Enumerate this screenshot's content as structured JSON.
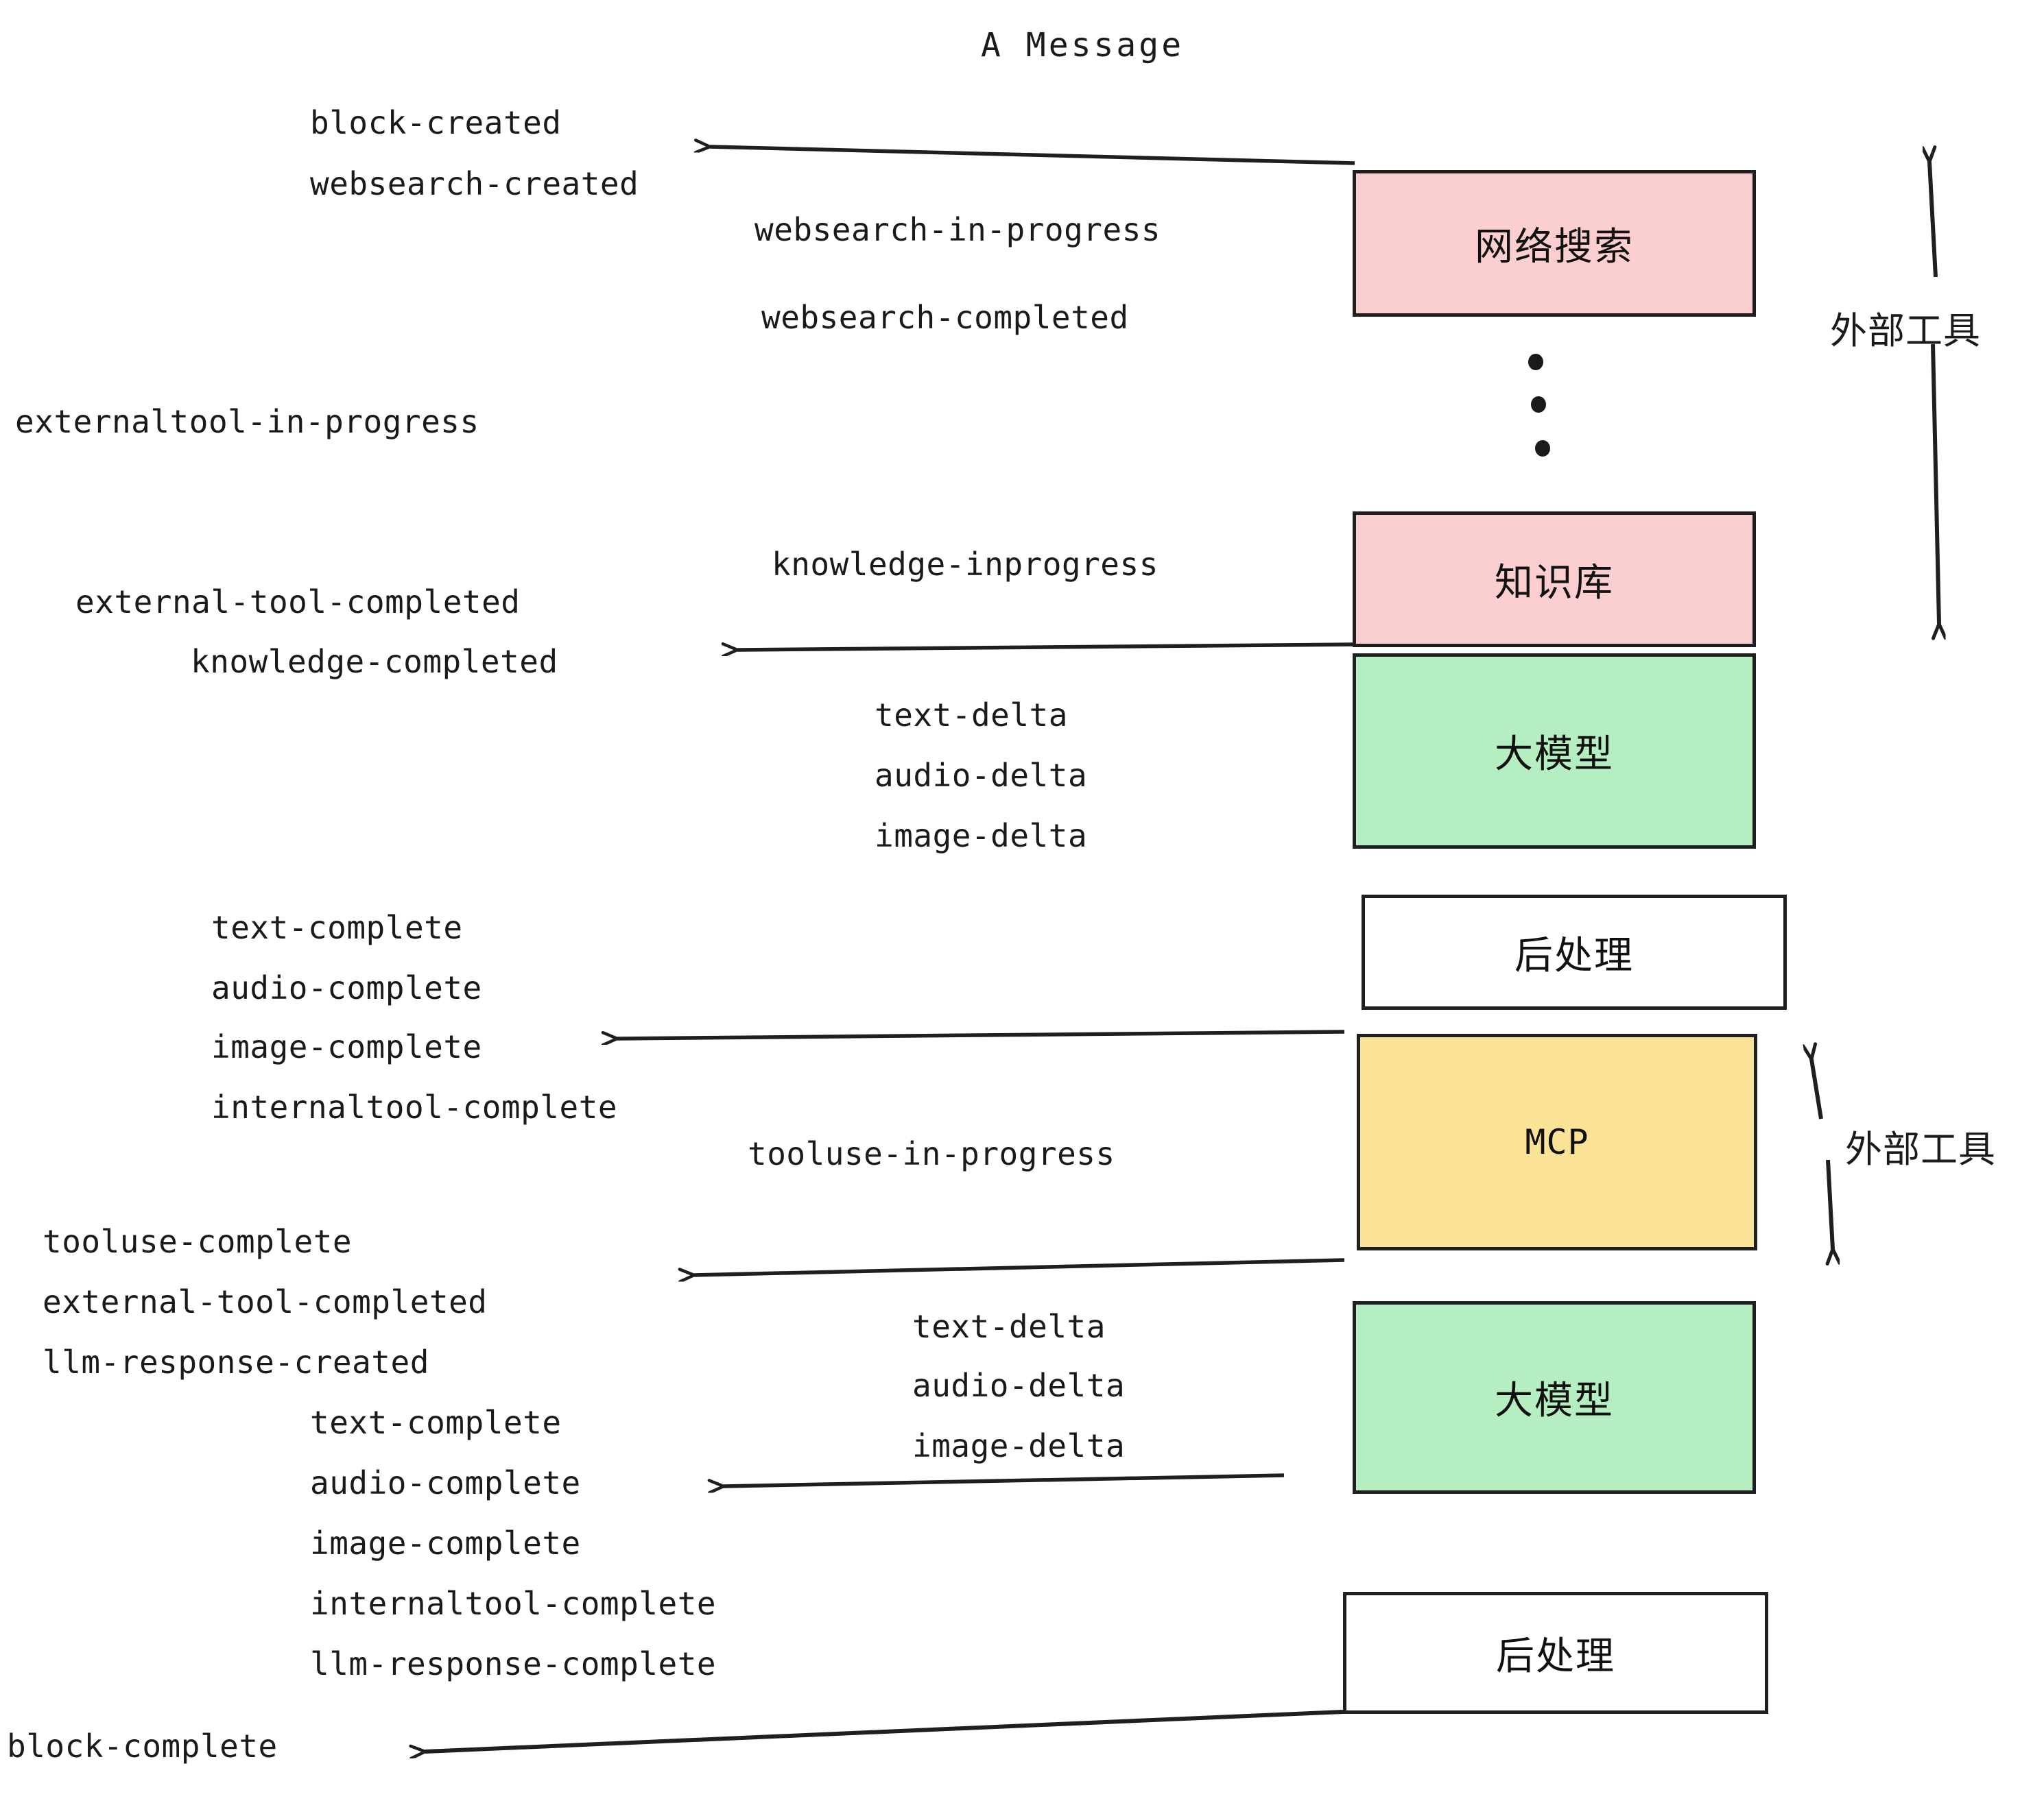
{
  "title": "A Message",
  "boxes": [
    {
      "id": "websearch",
      "label": "网络搜索",
      "color": "#fbcfd0",
      "kind": "pink"
    },
    {
      "id": "knowledge",
      "label": "知识库",
      "color": "#fbcfd0",
      "kind": "pink"
    },
    {
      "id": "llm-1",
      "label": "大模型",
      "color": "#b5eec1",
      "kind": "green"
    },
    {
      "id": "postproc-1",
      "label": "后处理",
      "color": "#ffffff",
      "kind": "white"
    },
    {
      "id": "mcp",
      "label": "MCP",
      "color": "#fae397",
      "kind": "yellow"
    },
    {
      "id": "llm-2",
      "label": "大模型",
      "color": "#b5eec1",
      "kind": "green"
    },
    {
      "id": "postproc-2",
      "label": "后处理",
      "color": "#ffffff",
      "kind": "white"
    }
  ],
  "side_labels": [
    {
      "id": "external-tools-top",
      "text": "外部工具"
    },
    {
      "id": "external-tools-bottom",
      "text": "外部工具"
    }
  ],
  "events": {
    "block_created": "block-created",
    "websearch_created": "websearch-created",
    "websearch_in_progress": "websearch-in-progress",
    "websearch_completed": "websearch-completed",
    "externaltool_in_progress": "externaltool-in-progress",
    "knowledge_inprogress": "knowledge-inprogress",
    "external_tool_completed_1": "external-tool-completed",
    "knowledge_completed": "knowledge-completed",
    "text_delta_1": "text-delta",
    "audio_delta_1": "audio-delta",
    "image_delta_1": "image-delta",
    "text_complete_1": "text-complete",
    "audio_complete_1": "audio-complete",
    "image_complete_1": "image-complete",
    "internaltool_complete_1": "internaltool-complete",
    "tooluse_in_progress": "tooluse-in-progress",
    "tooluse_complete": "tooluse-complete",
    "external_tool_completed_2": "external-tool-completed",
    "llm_response_created": "llm-response-created",
    "text_delta_2": "text-delta",
    "audio_delta_2": "audio-delta",
    "image_delta_2": "image-delta",
    "text_complete_2": "text-complete",
    "audio_complete_2": "audio-complete",
    "image_complete_2": "image-complete",
    "internaltool_complete_2": "internaltool-complete",
    "llm_response_complete": "llm-response-complete",
    "block_complete": "block-complete"
  },
  "colors": {
    "stroke": "#1f1f1f",
    "pink": "#fbcfd0",
    "green": "#b5eec1",
    "yellow": "#fae397",
    "white": "#ffffff",
    "background": "#ffffff"
  }
}
